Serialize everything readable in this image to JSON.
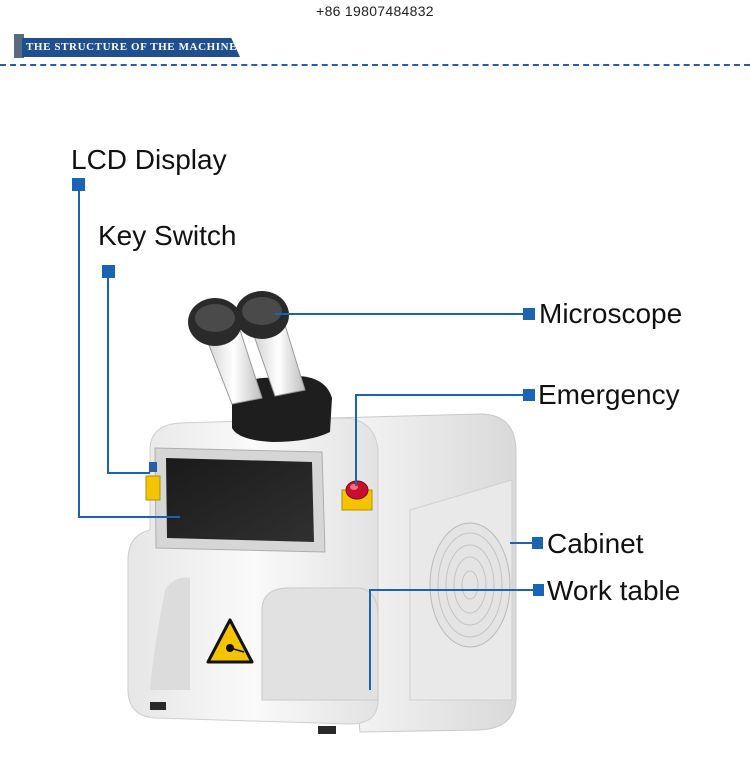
{
  "header": {
    "phone": "+86 19807484832",
    "banner_title": "THE STRUCTURE OF THE MACHINE"
  },
  "labels": {
    "lcd_display": "LCD Display",
    "key_switch": "Key Switch",
    "microscope": "Microscope",
    "emergency": "Emergency",
    "cabinet": "Cabinet",
    "work_table": "Work table"
  },
  "colors": {
    "marker": "#1a64b4",
    "banner": "#1f4f8f",
    "machine_body": "#f3f3f3",
    "warning_yellow": "#f5c400"
  },
  "icons": {
    "warning": "laser-warning-icon"
  }
}
